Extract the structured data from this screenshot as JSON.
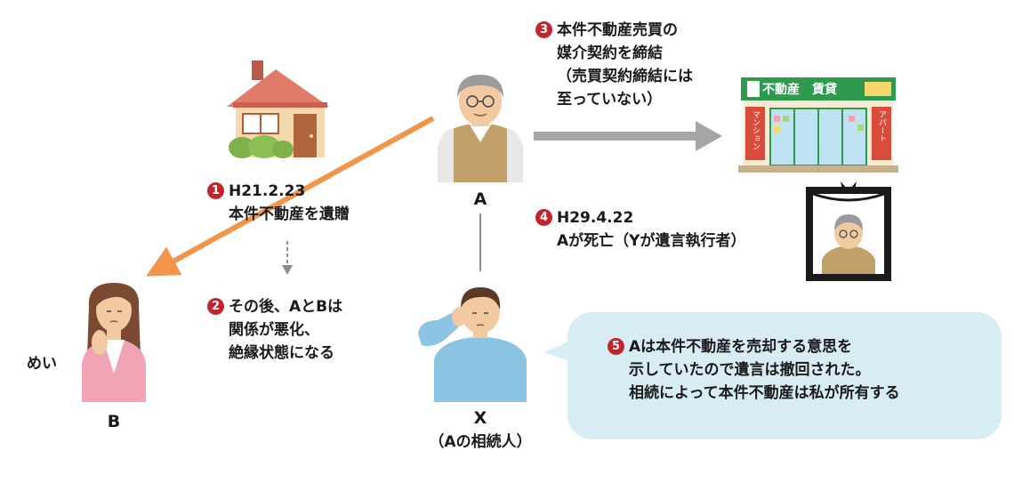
{
  "steps": {
    "s1": {
      "num": "1",
      "line1": "H21.2.23",
      "line2": "本件不動産を遺贈"
    },
    "s2": {
      "num": "2",
      "line1": "その後、AとBは",
      "line2": "関係が悪化、",
      "line3": "絶縁状態になる"
    },
    "s3": {
      "num": "3",
      "line1": "本件不動産売買の",
      "line2": "媒介契約を締結",
      "line3": "（売買契約締結には",
      "line4": "至っていない）"
    },
    "s4": {
      "num": "4",
      "line1": "H29.4.22",
      "line2": "Aが死亡（Yが遺言執行者）"
    },
    "s5": {
      "num": "5",
      "line1": "Aは本件不動産を売却する意思を",
      "line2": "示していたので遺言は撤回された。",
      "line3": "相続によって本件不動産は私が所有する"
    }
  },
  "people": {
    "a": {
      "label": "A"
    },
    "b": {
      "label": "B",
      "side_note": "めい"
    },
    "x": {
      "label": "X",
      "sub": "（Aの相続人）"
    }
  },
  "shop": {
    "sign": "不動産　賃貸",
    "left_banner": "マンション",
    "right_banner": "アパート"
  },
  "colors": {
    "accent_red": "#c0272d",
    "arrow_orange": "#f0954a",
    "arrow_gray": "#a6a6a6",
    "bubble": "#d8ecf4"
  }
}
